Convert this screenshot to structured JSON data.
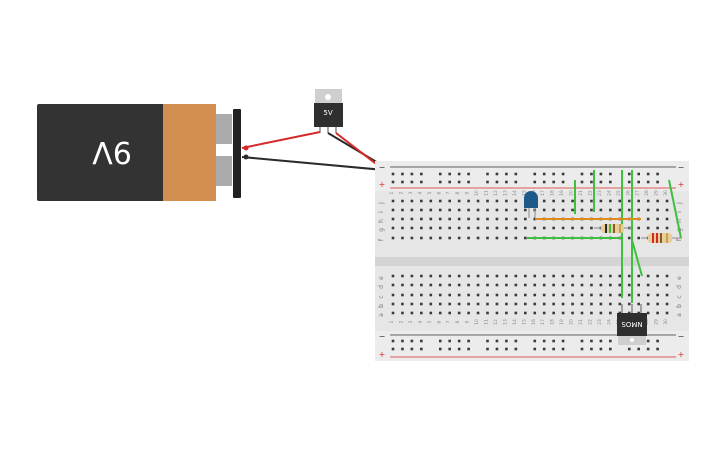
{
  "battery": {
    "label": "9V",
    "body_color": "#333333",
    "cap_color": "#d28e50"
  },
  "regulator": {
    "label": "5V"
  },
  "transistor": {
    "label": "NMOS"
  },
  "breadboard": {
    "row_letters_top": [
      "j",
      "i",
      "h",
      "g",
      "f"
    ],
    "row_letters_bottom": [
      "e",
      "d",
      "c",
      "b",
      "a"
    ],
    "columns": [
      "1",
      "2",
      "3",
      "4",
      "5",
      "6",
      "7",
      "8",
      "9",
      "10",
      "11",
      "12",
      "13",
      "14",
      "15",
      "16",
      "17",
      "18",
      "19",
      "20",
      "21",
      "22",
      "23",
      "24",
      "25",
      "26",
      "27",
      "28",
      "29",
      "30"
    ],
    "rail_plus": "+",
    "rail_minus": "−"
  },
  "colors": {
    "wire_red": "#d62828",
    "wire_black": "#2b2b2b",
    "wire_green": "#3fbf3f",
    "wire_orange": "#e08a1e",
    "led_blue": "#1d5a8a",
    "board": "#e6e6e6"
  }
}
